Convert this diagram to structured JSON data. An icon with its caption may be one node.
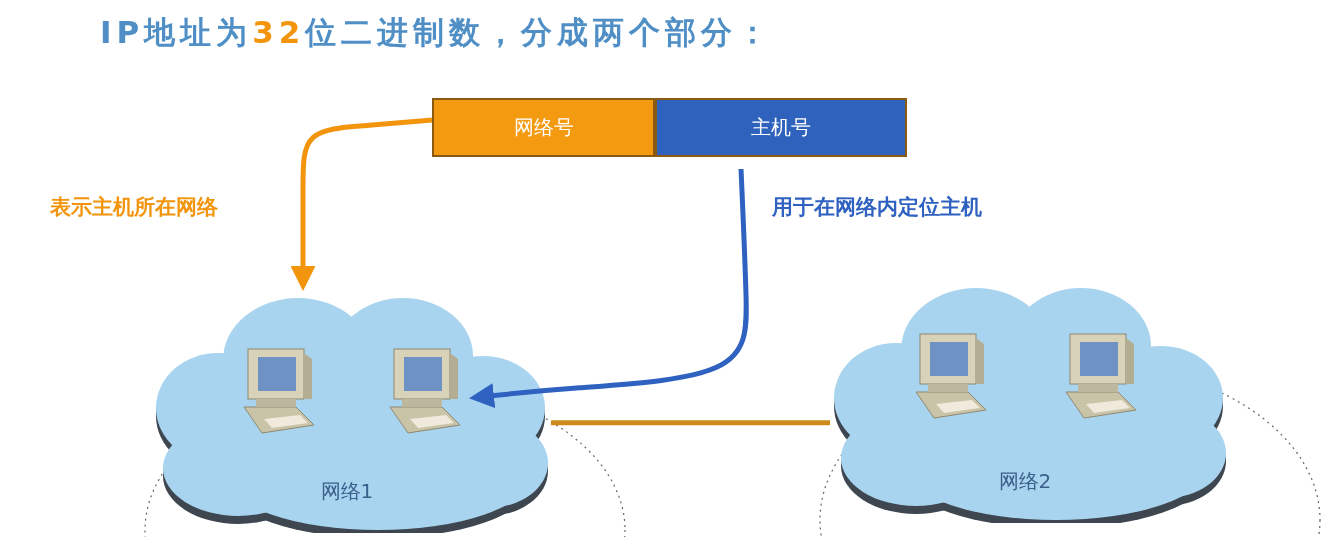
{
  "diagram": {
    "title": "IP地址为32位二进制数，分成两个部分：",
    "nodes": [
      {
        "text": [
          "网络号"
        ]
      },
      {
        "text": [
          "主机号"
        ]
      },
      {
        "text": [
          "网络1"
        ]
      },
      {
        "text": [],
        "shape": "picture",
        "in": 2
      },
      {
        "text": [],
        "shape": "picture",
        "in": 2
      },
      {
        "text": [
          "网络2"
        ]
      },
      {
        "text": [],
        "shape": "picture",
        "in": 5
      },
      {
        "text": [],
        "shape": "picture",
        "in": 5
      }
    ],
    "edges": [
      {
        "from": 0,
        "to": 2,
        "arrow": "to",
        "label": "表示主机所在网络",
        "color": "#f2950c"
      },
      {
        "from": 1,
        "to": 4,
        "arrow": "to",
        "label": "用于在网络内定位主机",
        "color": "#2f62c0"
      },
      {
        "from": 2,
        "to": 5,
        "arrow": "none",
        "color": "#cf8a1c"
      }
    ]
  }
}
